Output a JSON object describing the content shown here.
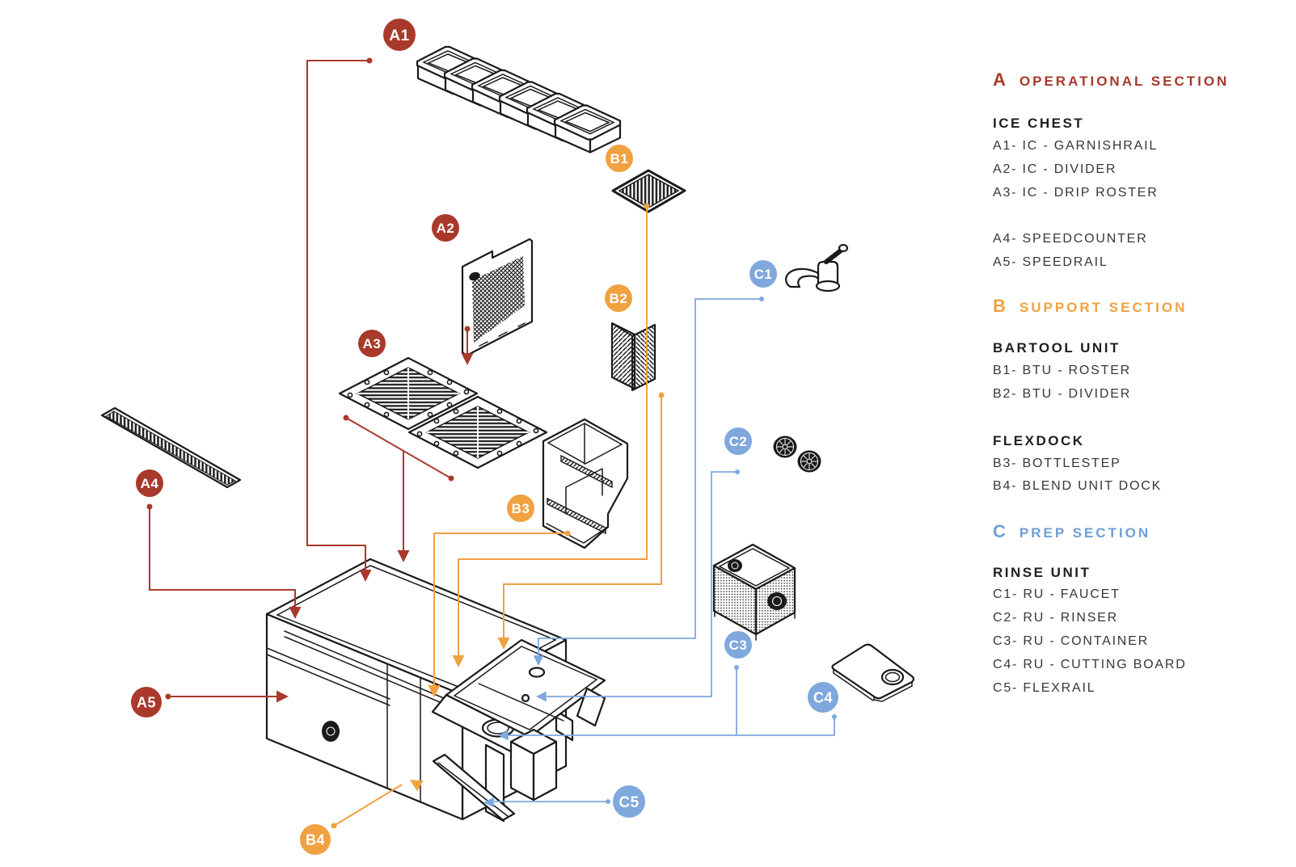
{
  "legend": {
    "sections": [
      {
        "letter": "A",
        "title": "OPERATIONAL SECTION",
        "color": "#a9392b",
        "groups": [
          {
            "header": "ICE CHEST",
            "items": [
              "A1- IC - GARNISHRAIL",
              "A2- IC - DIVIDER",
              "A3- IC - DRIP ROSTER"
            ]
          },
          {
            "header": "",
            "items": [
              "A4- SPEEDCOUNTER",
              "A5- SPEEDRAIL"
            ]
          }
        ]
      },
      {
        "letter": "B",
        "title": "SUPPORT SECTION",
        "color": "#f0a140",
        "groups": [
          {
            "header": "BARTOOL UNIT",
            "items": [
              "B1- BTU - ROSTER",
              "B2- BTU - DIVIDER"
            ]
          },
          {
            "header": "FLEXDOCK",
            "items": [
              "B3- BOTTLESTEP",
              "B4- BLEND UNIT DOCK"
            ]
          }
        ]
      },
      {
        "letter": "C",
        "title": "PREP SECTION",
        "color": "#6e9fd6",
        "groups": [
          {
            "header": "RINSE UNIT",
            "items": [
              "C1- RU - FAUCET",
              "C2- RU - RINSER",
              "C3- RU - CONTAINER",
              "C4- RU - CUTTING BOARD",
              "C5- FLEXRAIL"
            ]
          }
        ]
      }
    ]
  },
  "badges": {
    "A1": "A1",
    "A2": "A2",
    "A3": "A3",
    "A4": "A4",
    "A5": "A5",
    "B1": "B1",
    "B2": "B2",
    "B3": "B3",
    "B4": "B4",
    "C1": "C1",
    "C2": "C2",
    "C3": "C3",
    "C4": "C4",
    "C5": "C5"
  },
  "colors": {
    "operational": "#a9392b",
    "support": "#f0a140",
    "prep": "#6e9fd6",
    "lineart": "#1a1a1a",
    "leader_blue": "#7fa8dc"
  }
}
